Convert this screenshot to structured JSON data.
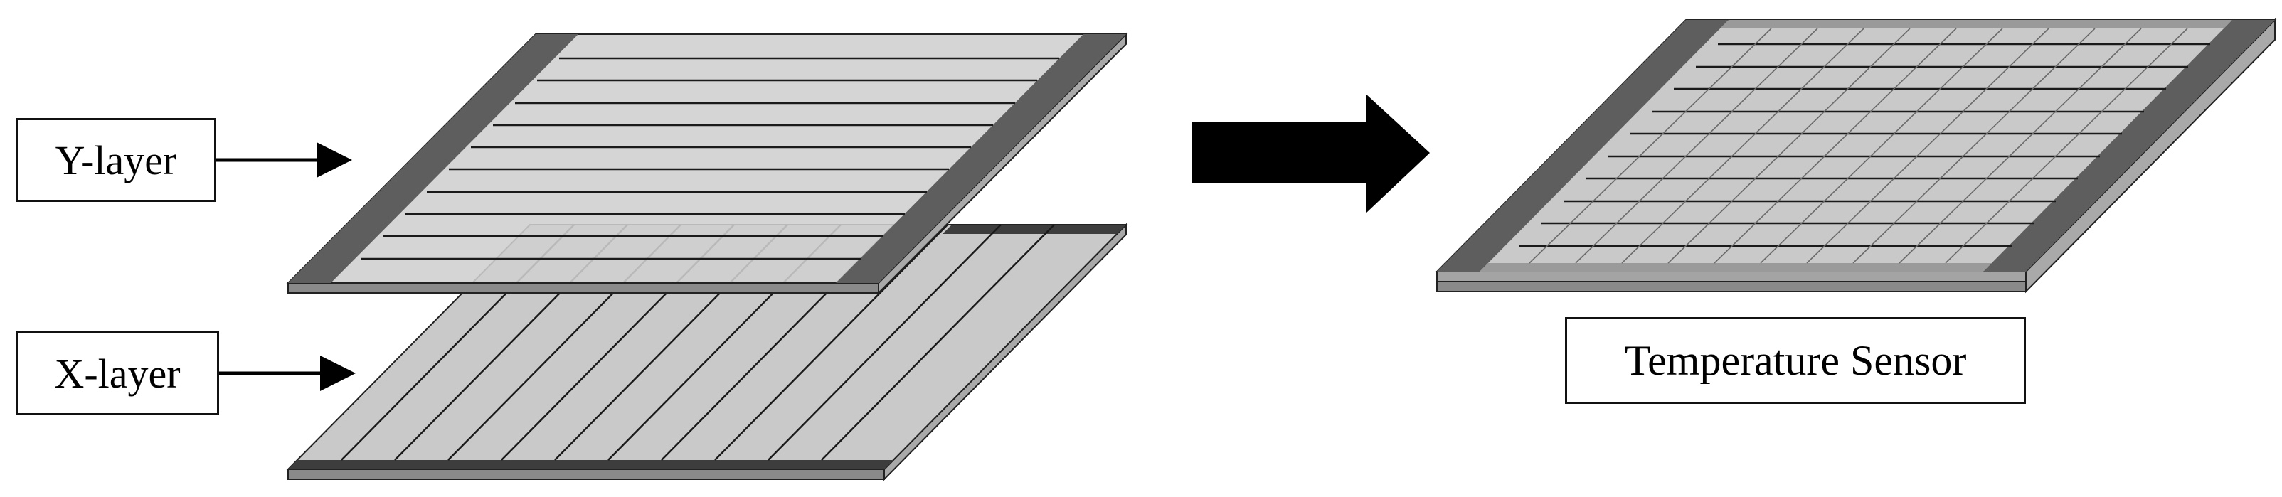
{
  "labels": {
    "y_layer": "Y-layer",
    "x_layer": "X-layer",
    "result": "Temperature Sensor"
  },
  "colors": {
    "film": "#c9c9c9",
    "film_light": "#d2d2d2",
    "electrode_bar": "#5e5e5e",
    "line": "#1a1a1a",
    "arrow": "#000000"
  }
}
